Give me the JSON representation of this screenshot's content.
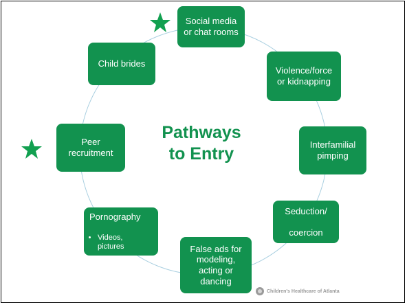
{
  "colors": {
    "node_fill": "#12924f",
    "center_title": "#12924f",
    "star": "#12a050",
    "ring": "#a9cfe0",
    "footer_text": "#9a9a9a"
  },
  "center_title": "Pathways\nto Entry",
  "nodes": {
    "social_media": "Social media\nor chat rooms",
    "violence": "Violence/force\nor kidnapping",
    "interfamilial": "Interfamilial\npimping",
    "seduction": "Seduction/\n\ncoercion",
    "false_ads": "False ads for\nmodeling,\nacting or\ndancing",
    "pornography": {
      "title": "Pornography",
      "bullets": [
        "Videos,\npictures"
      ]
    },
    "peer_recruitment": "Peer\nrecruitment",
    "child_brides": "Child brides"
  },
  "stars": [
    "star-icon",
    "star-icon"
  ],
  "footer": {
    "logo_icon": "childrens-healthcare-logo-icon",
    "text": "Children's Healthcare of Atlanta"
  }
}
